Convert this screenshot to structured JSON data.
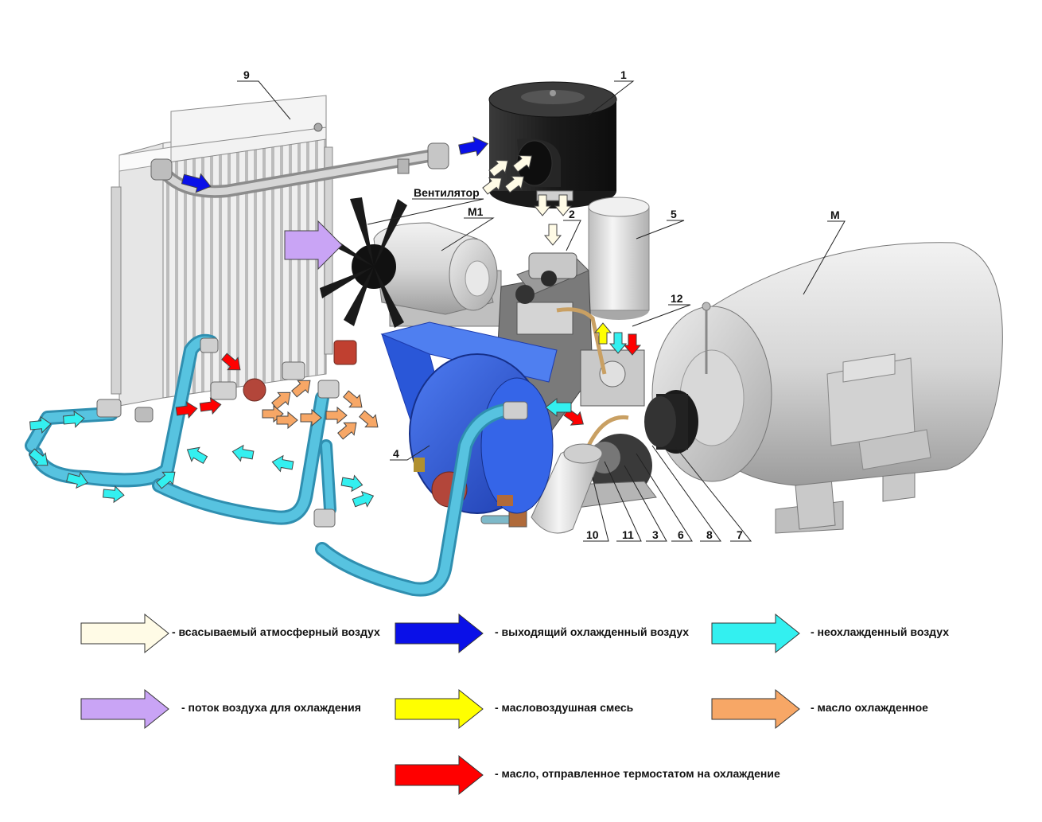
{
  "callouts": {
    "n1": "1",
    "n2": "2",
    "n3": "3",
    "n4": "4",
    "n5": "5",
    "n6": "6",
    "n7": "7",
    "n8": "8",
    "n9": "9",
    "n10": "10",
    "n11": "11",
    "n12": "12",
    "m": "M",
    "m1": "M1",
    "fan": "Вентилятор"
  },
  "legend": [
    {
      "key": "intake",
      "color": "#fffbe6",
      "label": "- всасываемый атмосферный воздух"
    },
    {
      "key": "outlet",
      "color": "#0a10e8",
      "label": "- выходящий охлажденный воздух"
    },
    {
      "key": "uncooled",
      "color": "#33f0f0",
      "label": "- неохлажденный воздух"
    },
    {
      "key": "cooling-flow",
      "color": "#c9a4f5",
      "label": "- поток воздуха для охлаждения"
    },
    {
      "key": "oil-air",
      "color": "#ffff00",
      "label": "- масловоздушная смесь"
    },
    {
      "key": "cooled-oil",
      "color": "#f7a766",
      "label": "- масло охлажденное"
    },
    {
      "key": "hot-oil",
      "color": "#ff0000",
      "label": "- масло, отправленное термостатом на охлаждение"
    }
  ],
  "colors": {
    "hose": "#4fb8d6",
    "hose_dark": "#2f8fb0",
    "housing": "#2f5fe0",
    "housing_dark": "#1e3fae",
    "metal": "#d0d0d0",
    "metal_dark": "#9a9a9a",
    "filter": "#1c1c1c",
    "fan": "#1a1a1a"
  }
}
